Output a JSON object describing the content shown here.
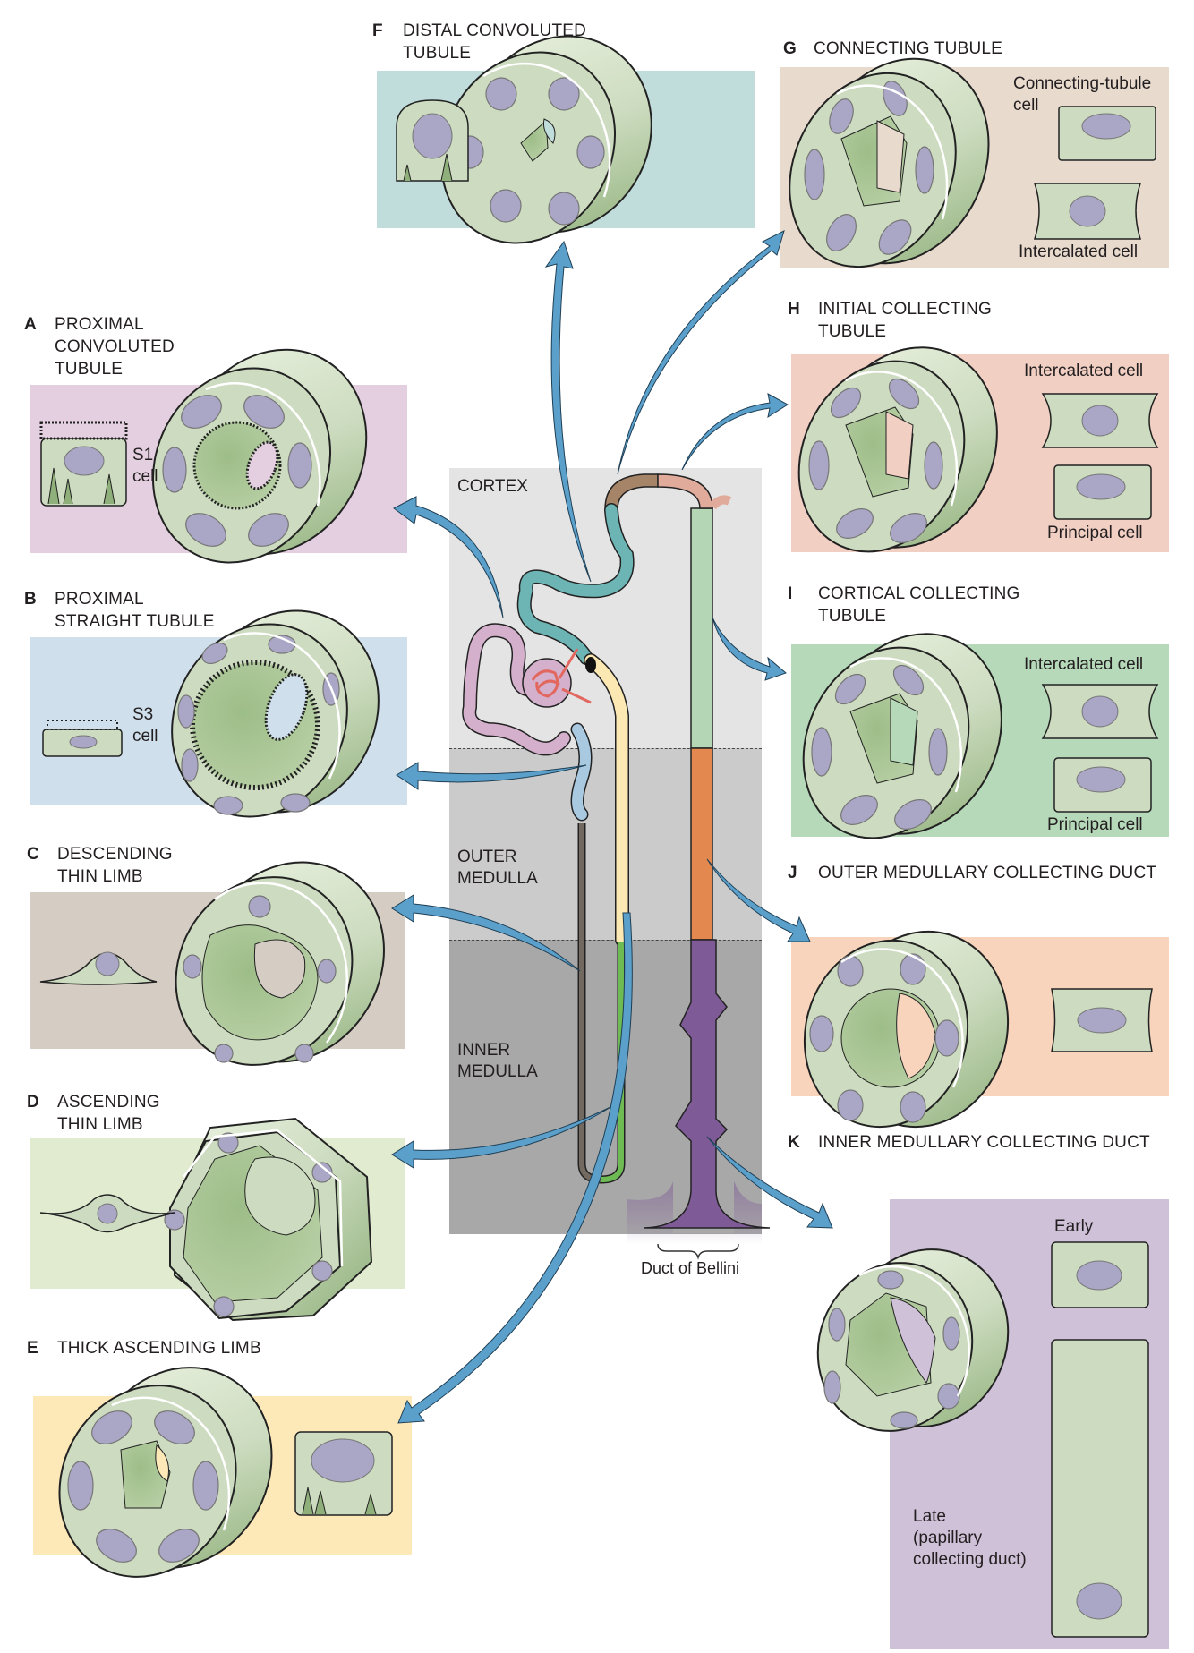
{
  "title": "Nephron segments and their epithelial cell types",
  "colors": {
    "cell_fill": "#cddcc0",
    "cell_dark": "#8fb07a",
    "nucleus": "#aaa6c6",
    "arrow": "#5ba0cb",
    "cortex_bg": "#e4e4e4",
    "outer_medulla_bg": "#cbcbcb",
    "inner_medulla_bg": "#a8a8a8"
  },
  "zones": {
    "cortex": "CORTEX",
    "outer_medulla": [
      "OUTER",
      "MEDULLA"
    ],
    "inner_medulla": [
      "INNER",
      "MEDULLA"
    ],
    "duct_label": "Duct of Bellini"
  },
  "panels": [
    {
      "id": "A",
      "letter": "A",
      "title": [
        "PROXIMAL",
        "CONVOLUTED",
        "TUBULE"
      ],
      "bg": "#e3cfdf",
      "cell_labels": [
        "S1",
        "cell"
      ]
    },
    {
      "id": "B",
      "letter": "B",
      "title": [
        "PROXIMAL",
        "STRAIGHT TUBULE"
      ],
      "bg": "#cfe0ec",
      "cell_labels": [
        "S3",
        "cell"
      ]
    },
    {
      "id": "C",
      "letter": "C",
      "title": [
        "DESCENDING",
        "THIN LIMB"
      ],
      "bg": "#d5cdc4",
      "cell_labels": []
    },
    {
      "id": "D",
      "letter": "D",
      "title": [
        "ASCENDING",
        "THIN LIMB"
      ],
      "bg": "#e0ebd0",
      "cell_labels": []
    },
    {
      "id": "E",
      "letter": "E",
      "title": [
        "THICK ASCENDING LIMB"
      ],
      "bg": "#fde8b8",
      "cell_labels": []
    },
    {
      "id": "F",
      "letter": "F",
      "title": [
        "DISTAL CONVOLUTED",
        "TUBULE"
      ],
      "bg": "#c0dddc",
      "cell_labels": []
    },
    {
      "id": "G",
      "letter": "G",
      "title": [
        "CONNECTING TUBULE"
      ],
      "bg": "#e8dacd",
      "cell_labels": [
        "Connecting-tubule",
        "cell",
        "Intercalated cell"
      ]
    },
    {
      "id": "H",
      "letter": "H",
      "title": [
        "INITIAL COLLECTING",
        "TUBULE"
      ],
      "bg": "#f1cfc3",
      "cell_labels": [
        "Intercalated cell",
        "Principal cell"
      ]
    },
    {
      "id": "I",
      "letter": "I",
      "title": [
        "CORTICAL COLLECTING",
        "TUBULE"
      ],
      "bg": "#b6d9ba",
      "cell_labels": [
        "Intercalated cell",
        "Principal cell"
      ]
    },
    {
      "id": "J",
      "letter": "J",
      "title": [
        "OUTER MEDULLARY COLLECTING DUCT"
      ],
      "bg": "#f7d4bb",
      "cell_labels": []
    },
    {
      "id": "K",
      "letter": "K",
      "title": [
        "INNER MEDULLARY COLLECTING DUCT"
      ],
      "bg": "#cec1d8",
      "cell_labels": [
        "Early",
        "Late",
        "(papillary",
        "collecting duct)"
      ]
    }
  ],
  "segments": {
    "proximal_convoluted": "#d4b0cc",
    "proximal_straight": "#a9c9e1",
    "descending_thin": "#726a60",
    "ascending_thin": "#6dbb52",
    "thick_ascending": "#fbe8b2",
    "distal_convoluted": "#6db5b5",
    "connecting": "#a58468",
    "initial_collecting": "#e1ab9c",
    "cortical_collecting": "#b5d6b5",
    "outer_medullary_cd": "#e3884f",
    "inner_medullary_cd": "#7e5b97",
    "glomerulus": "#e2685f"
  }
}
